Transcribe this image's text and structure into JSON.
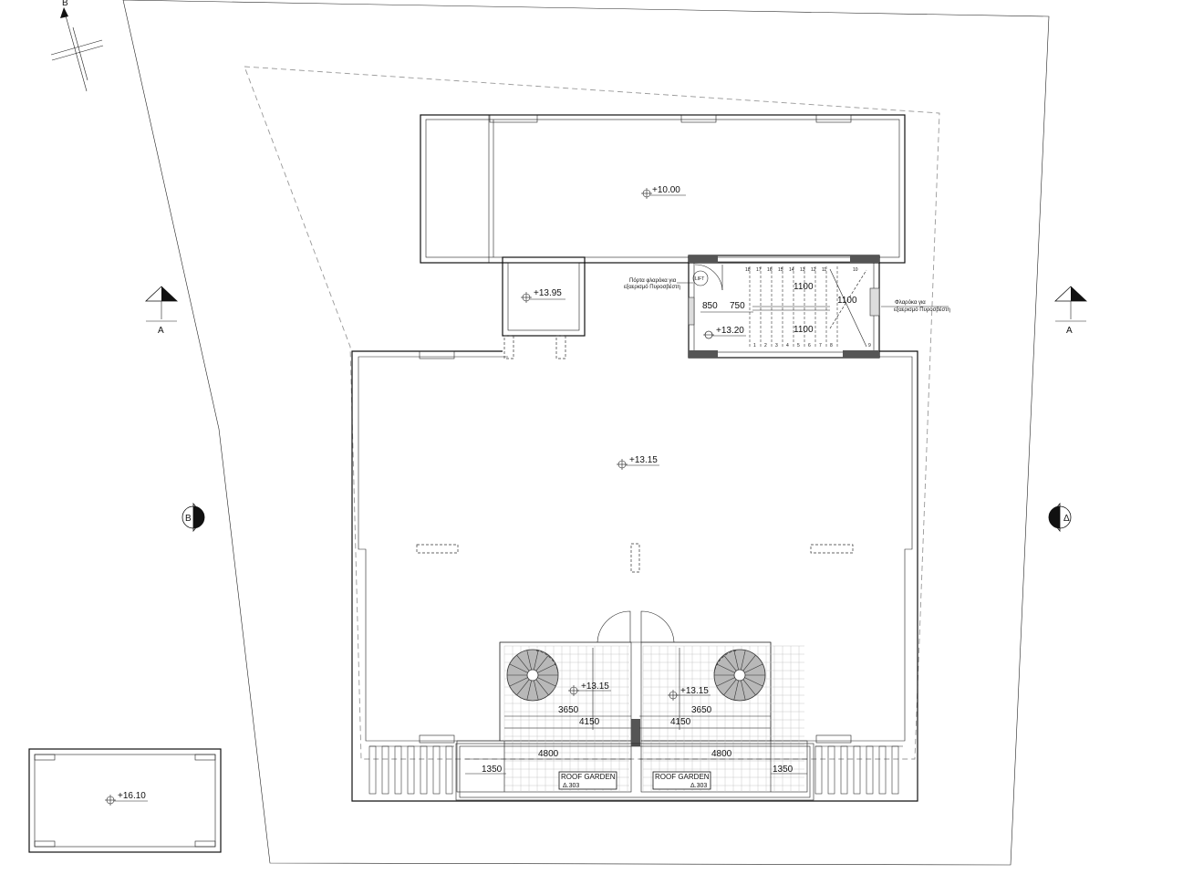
{
  "north_label": "B",
  "levels": {
    "top_roof": "+10.00",
    "small_roof": "+13.95",
    "stair_landing": "+13.20",
    "main_roof": "+13.15",
    "garden_left": "+13.15",
    "garden_right": "+13.15",
    "detached_roof": "+16.10"
  },
  "section_markers": {
    "left_a": "A",
    "right_a": "A",
    "left_b": "B",
    "right_d": "Δ"
  },
  "stair": {
    "dims": {
      "w850": "850",
      "w750": "750",
      "w1100_top": "1100",
      "w1100_right": "1100",
      "w1100_bottom": "1100"
    },
    "top_steps": [
      "18",
      "17",
      "16",
      "15",
      "14",
      "13",
      "12",
      "11",
      "10"
    ],
    "bottom_steps": [
      "1",
      "2",
      "3",
      "4",
      "5",
      "6",
      "7",
      "8",
      "9"
    ],
    "lift_label": "LIFT",
    "note_left_1": "Πόρτα φλαρόκα για",
    "note_left_2": "εξαερισμό Πυροσβέστη",
    "note_right_1": "Φλαρόκα για",
    "note_right_2": "εξαερισμό Πυροσβέστη"
  },
  "garden": {
    "d3650_left": "3650",
    "d3650_right": "3650",
    "d4150_left": "4150",
    "d4150_right": "4150",
    "d4800_left": "4800",
    "d4800_right": "4800",
    "d1350_left": "1350",
    "d1350_right": "1350",
    "label_left_1": "ROOF GARDEN",
    "label_left_2": "Δ.303",
    "label_right_1": "ROOF GARDEN",
    "label_right_2": "Δ.303"
  }
}
